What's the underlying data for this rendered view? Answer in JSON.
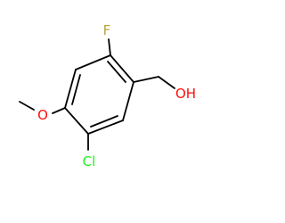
{
  "molecule": {
    "atoms": {
      "fluorine": "F",
      "hydroxyl": "OH",
      "methoxy_oxygen": "O",
      "chlorine": "Cl"
    },
    "colors": {
      "fluorine": "#b5a642",
      "oxygen": "#ff0d0d",
      "chlorine": "#1ff01f",
      "bond": "#000000"
    }
  }
}
